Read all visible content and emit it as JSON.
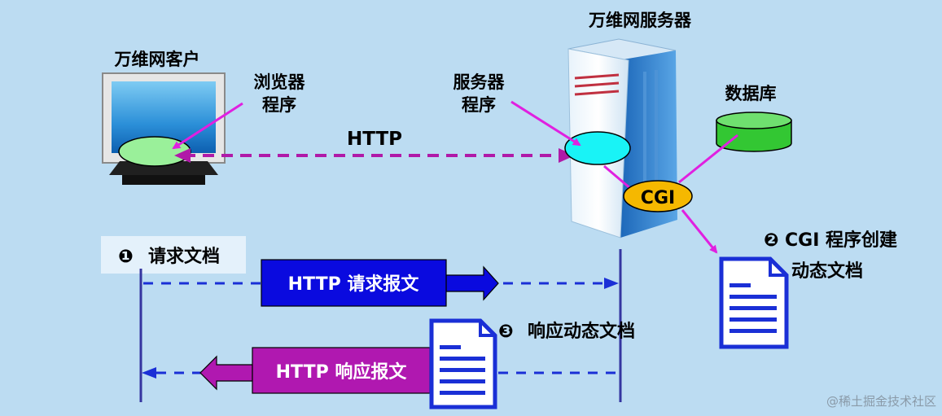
{
  "client": {
    "title": "万维网客户",
    "browser_line1": "浏览器",
    "browser_line2": "程序"
  },
  "server": {
    "title": "万维网服务器",
    "prog_line1": "服务器",
    "prog_line2": "程序",
    "db_label": "数据库",
    "cgi_label": "CGI"
  },
  "protocol": {
    "label": "HTTP"
  },
  "steps": {
    "s1_num": "❶",
    "s1_text": "请求文档",
    "s2_num": "❷",
    "s2_line1": "CGI 程序创建",
    "s2_line2": "动态文档",
    "s3_num": "❸",
    "s3_text": "响应动态文档"
  },
  "messages": {
    "request": "HTTP 请求报文",
    "response": "HTTP 响应报文"
  },
  "watermark": "@稀土掘金技术社区",
  "colors": {
    "background": "#bcdcf2",
    "magenta": "#e020e0",
    "request_blue": "#0a0adf",
    "response_purple": "#b018b0",
    "dash_blue": "#1a2fd6",
    "db_green": "#33c733",
    "browser_green": "#9af09a",
    "server_cyan": "#19f3f6",
    "cgi_orange": "#f5b800"
  }
}
